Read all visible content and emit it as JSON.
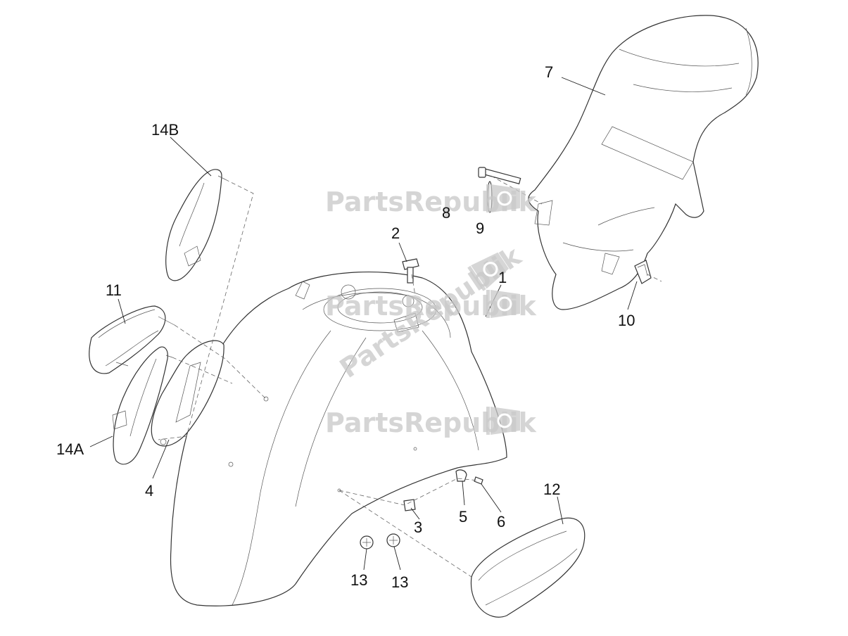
{
  "watermark": {
    "text": "PartsRepublik",
    "color": "#c8c8c8",
    "icon": "gear-flag-icon"
  },
  "callouts": [
    {
      "id": "1",
      "label": "1"
    },
    {
      "id": "2",
      "label": "2"
    },
    {
      "id": "3",
      "label": "3"
    },
    {
      "id": "4",
      "label": "4"
    },
    {
      "id": "5",
      "label": "5"
    },
    {
      "id": "6",
      "label": "6"
    },
    {
      "id": "7",
      "label": "7"
    },
    {
      "id": "8",
      "label": "8"
    },
    {
      "id": "9",
      "label": "9"
    },
    {
      "id": "10",
      "label": "10"
    },
    {
      "id": "11",
      "label": "11"
    },
    {
      "id": "12",
      "label": "12"
    },
    {
      "id": "13a",
      "label": "13"
    },
    {
      "id": "13b",
      "label": "13"
    },
    {
      "id": "14A",
      "label": "14A"
    },
    {
      "id": "14B",
      "label": "14B"
    }
  ]
}
